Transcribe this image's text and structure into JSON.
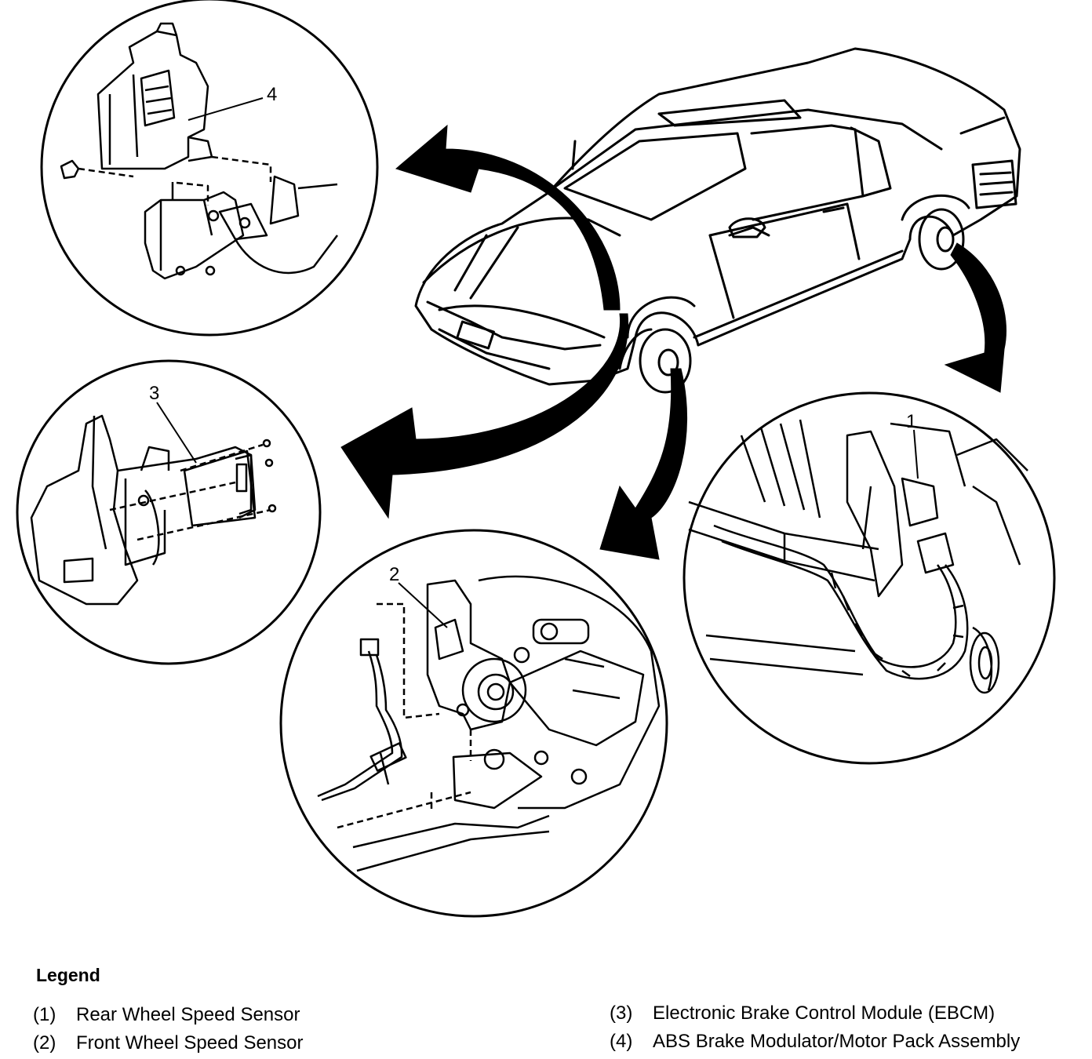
{
  "diagram": {
    "callouts": [
      "1",
      "2",
      "3",
      "4"
    ]
  },
  "legend": {
    "title": "Legend",
    "items": [
      {
        "num": "(1)",
        "label": "Rear Wheel Speed Sensor"
      },
      {
        "num": "(2)",
        "label": "Front Wheel Speed Sensor"
      },
      {
        "num": "(3)",
        "label": "Electronic Brake Control Module (EBCM)"
      },
      {
        "num": "(4)",
        "label": "ABS Brake Modulator/Motor Pack Assembly"
      }
    ]
  }
}
